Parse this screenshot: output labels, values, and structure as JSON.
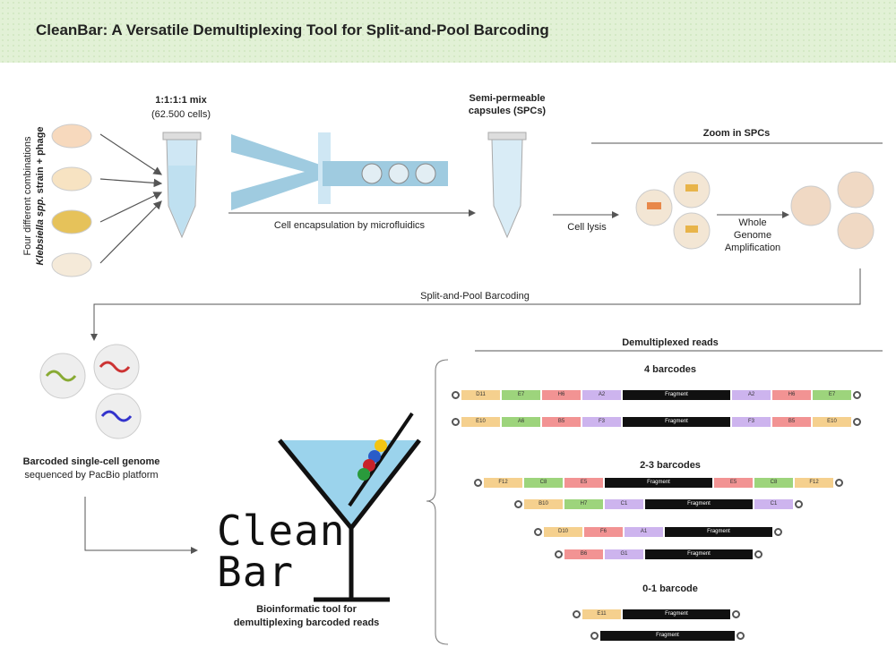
{
  "title": "CleanBar: A Versatile Demultiplexing Tool for Split-and-Pool Barcoding",
  "input": {
    "line1": "Four different combinations",
    "line2_italic": "Klebsiella spp.",
    "line2_rest": " strain + phage"
  },
  "mix": {
    "label": "1:1:1:1 mix",
    "count": "(62.500 cells)"
  },
  "encapsulation": "Cell encapsulation by microfluidics",
  "capsules": {
    "line1": "Semi-permeable",
    "line2": "capsules (SPCs)"
  },
  "zoom_label": "Zoom in SPCs",
  "lysis": "Cell lysis",
  "wga": {
    "line1": "Whole",
    "line2": "Genome",
    "line3": "Amplification"
  },
  "split_pool": "Split-and-Pool Barcoding",
  "barcoded": {
    "line1": "Barcoded single-cell genome",
    "line2": "sequenced by PacBio platform"
  },
  "logo": {
    "line1": "Clean",
    "line2": "Bar"
  },
  "tool": {
    "line1": "Bioinformatic tool for",
    "line2": "demultiplexing barcoded reads"
  },
  "reads_title": "Demultiplexed reads",
  "colors": {
    "yellow": "#f5d08e",
    "green": "#9dd47c",
    "red": "#f29393",
    "purple": "#cdb4ee",
    "fragment": "#111111"
  },
  "groups": [
    {
      "label": "4 barcodes",
      "reads": [
        {
          "segments": [
            [
              "D11",
              "yellow"
            ],
            [
              "E7",
              "green"
            ],
            [
              "H6",
              "red"
            ],
            [
              "A2",
              "purple"
            ],
            [
              "Fragment",
              "fragment"
            ],
            [
              "A2",
              "purple"
            ],
            [
              "H6",
              "red"
            ],
            [
              "E7",
              "green"
            ]
          ]
        },
        {
          "segments": [
            [
              "E10",
              "yellow"
            ],
            [
              "A6",
              "green"
            ],
            [
              "B5",
              "red"
            ],
            [
              "F3",
              "purple"
            ],
            [
              "Fragment",
              "fragment"
            ],
            [
              "F3",
              "purple"
            ],
            [
              "B5",
              "red"
            ],
            [
              "E10",
              "yellow"
            ]
          ]
        }
      ]
    },
    {
      "label": "2-3 barcodes",
      "reads": [
        {
          "segments": [
            [
              "F12",
              "yellow"
            ],
            [
              "C8",
              "green"
            ],
            [
              "E5",
              "red"
            ],
            [
              "Fragment",
              "fragment"
            ],
            [
              "E5",
              "red"
            ],
            [
              "C8",
              "green"
            ],
            [
              "F12",
              "yellow"
            ]
          ]
        },
        {
          "segments": [
            [
              "B10",
              "yellow"
            ],
            [
              "H7",
              "green"
            ],
            [
              "C1",
              "purple"
            ],
            [
              "Fragment",
              "fragment"
            ],
            [
              "C1",
              "purple"
            ]
          ]
        },
        {
          "segments": [
            [
              "D10",
              "yellow"
            ],
            [
              "F6",
              "red"
            ],
            [
              "A1",
              "purple"
            ],
            [
              "Fragment",
              "fragment"
            ]
          ]
        },
        {
          "segments": [
            [
              "B6",
              "red"
            ],
            [
              "G1",
              "purple"
            ],
            [
              "Fragment",
              "fragment"
            ]
          ]
        }
      ]
    },
    {
      "label": "0-1 barcode",
      "reads": [
        {
          "segments": [
            [
              "E11",
              "yellow"
            ],
            [
              "Fragment",
              "fragment"
            ]
          ]
        },
        {
          "segments": [
            [
              "Fragment",
              "fragment"
            ]
          ]
        }
      ]
    }
  ]
}
